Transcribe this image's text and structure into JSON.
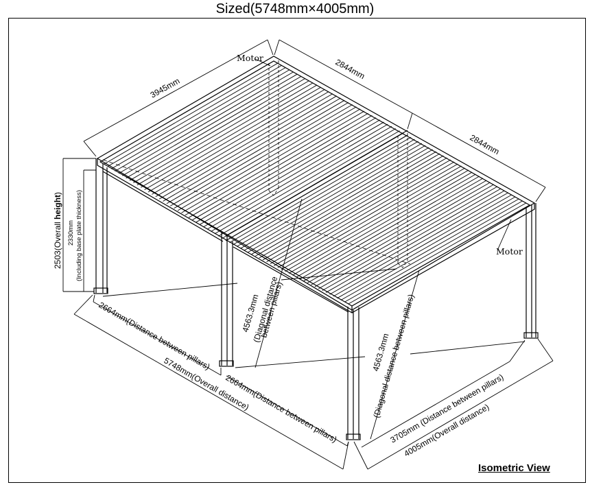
{
  "title": "Sized(5748mm×4005mm)",
  "view_label": "Isometric View",
  "labels": {
    "motor_top": "Motor",
    "motor_right": "Motor",
    "dim_3945": "3945mm",
    "dim_2844_a": "2844mm",
    "dim_2844_b": "2844mm",
    "overall_height_value": "2503(Overall ",
    "overall_height_bold": "height",
    "overall_height_close": ")",
    "inner_height_value": "2330mm",
    "inner_height_note": "(Including base plate thickness)",
    "pillars_left": "2664mm(Distance between pillars)",
    "overall_left": "5748mm(Overall distance)",
    "pillars_mid": "2664mm(Distance between pillars)",
    "diag_left_l1": "4563.3mm",
    "diag_left_l2": "(Diagonal distance",
    "diag_left_l3": "between pillars)",
    "diag_right_l1": "4563.3mm",
    "diag_right_l2": "(Diagonal distance between pillars)",
    "pillars_right": "3705mm (Distance between pillars)",
    "overall_right": "4005mm(Overall distance)"
  },
  "colors": {
    "line": "#000000",
    "background": "#ffffff"
  }
}
